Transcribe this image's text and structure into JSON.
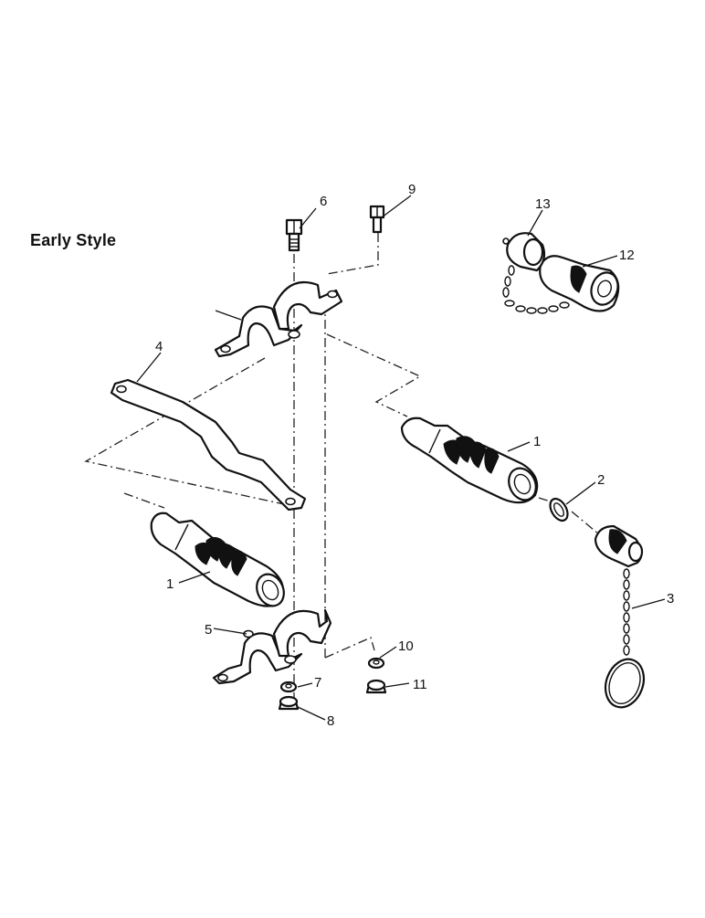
{
  "title": "Early Style",
  "callouts": [
    {
      "id": "c-6",
      "label": "6"
    },
    {
      "id": "c-9",
      "label": "9"
    },
    {
      "id": "c-13",
      "label": "13"
    },
    {
      "id": "c-12",
      "label": "12"
    },
    {
      "id": "c-4",
      "label": "4"
    },
    {
      "id": "c-1a",
      "label": "1"
    },
    {
      "id": "c-2",
      "label": "2"
    },
    {
      "id": "c-1b",
      "label": "1"
    },
    {
      "id": "c-3",
      "label": "3"
    },
    {
      "id": "c-5",
      "label": "5"
    },
    {
      "id": "c-10",
      "label": "10"
    },
    {
      "id": "c-7",
      "label": "7"
    },
    {
      "id": "c-11",
      "label": "11"
    },
    {
      "id": "c-8",
      "label": "8"
    }
  ]
}
